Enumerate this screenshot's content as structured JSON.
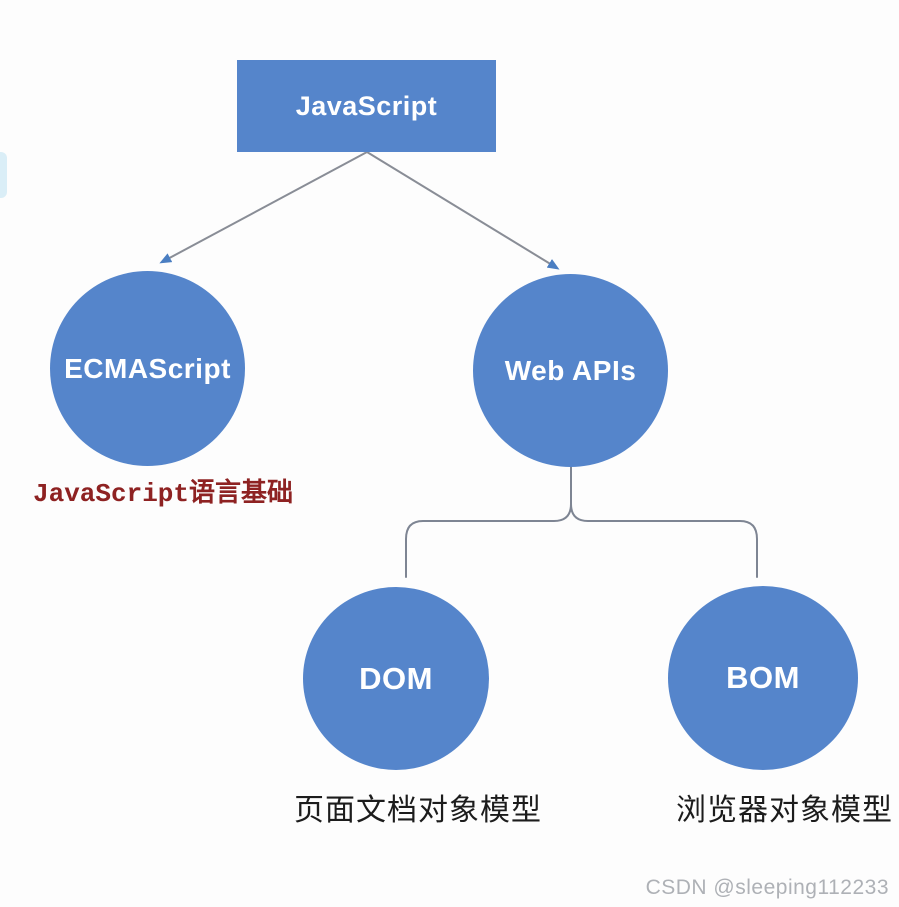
{
  "diagram": {
    "title_node": {
      "label": "JavaScript",
      "shape": "rectangle"
    },
    "nodes": {
      "ecmascript": {
        "label": "ECMAScript",
        "shape": "circle",
        "caption": "JavaScript语言基础"
      },
      "webapis": {
        "label": "Web APIs",
        "shape": "circle"
      },
      "dom": {
        "label": "DOM",
        "shape": "circle",
        "caption": "页面文档对象模型"
      },
      "bom": {
        "label": "BOM",
        "shape": "circle",
        "caption": "浏览器对象模型"
      }
    },
    "edges": [
      {
        "from": "JavaScript",
        "to": "ECMAScript",
        "style": "arrow"
      },
      {
        "from": "JavaScript",
        "to": "Web APIs",
        "style": "arrow"
      },
      {
        "from": "Web APIs",
        "to": "DOM",
        "style": "bracket"
      },
      {
        "from": "Web APIs",
        "to": "BOM",
        "style": "bracket"
      }
    ]
  },
  "colors": {
    "node_fill": "#5585cb",
    "node_text": "#ffffff",
    "connector_line": "#898d96",
    "arrow_head": "#4a7ec2",
    "caption_red": "#8e2222",
    "caption_black": "#1c1c1c",
    "watermark_gray": "#aeb1b6",
    "background": "#fdfdfd"
  },
  "watermark": {
    "text": "CSDN @sleeping112233"
  }
}
